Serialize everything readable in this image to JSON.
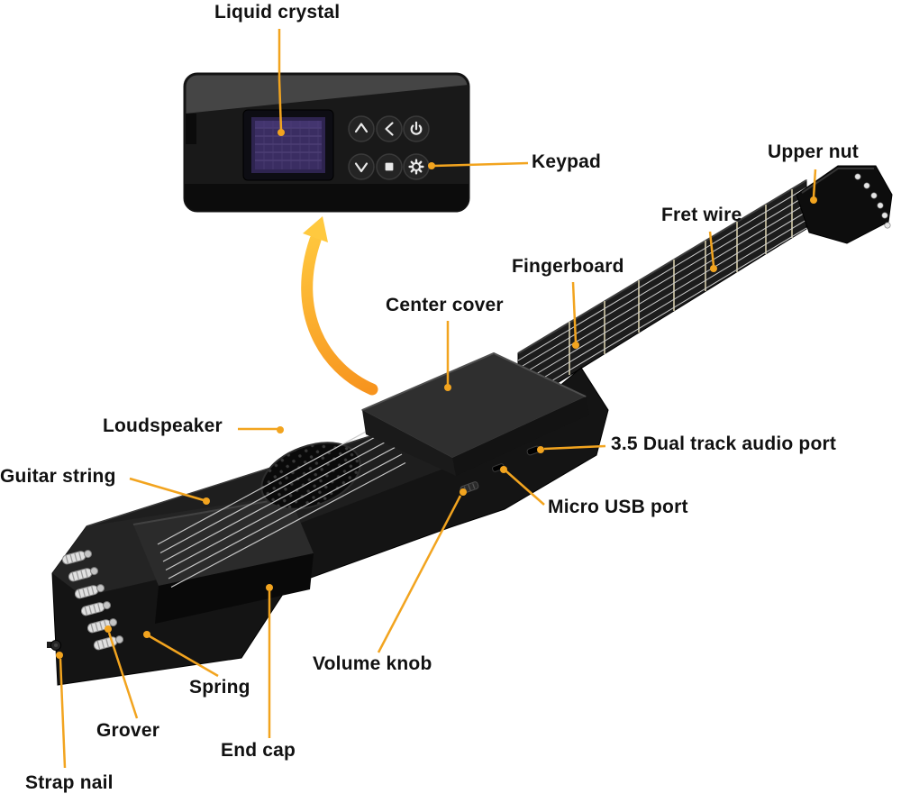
{
  "colors": {
    "accent_callout": "#F2A41F",
    "arrow_gradient_start": "#F7941E",
    "arrow_gradient_end": "#FFC93F",
    "label_text": "#111111",
    "background": "#FFFFFF",
    "guitar_body": "#141414",
    "lcd_screen": "#3B2E63"
  },
  "labels": {
    "liquid_crystal": "Liquid crystal",
    "keypad": "Keypad",
    "upper_nut": "Upper nut",
    "fret_wire": "Fret wire",
    "fingerboard": "Fingerboard",
    "center_cover": "Center cover",
    "loudspeaker": "Loudspeaker",
    "guitar_string": "Guitar string",
    "audio_port": "3.5 Dual track audio port",
    "micro_usb_port": "Micro USB port",
    "volume_knob": "Volume knob",
    "spring": "Spring",
    "grover": "Grover",
    "end_cap": "End cap",
    "strap_nail": "Strap nail"
  },
  "inset": {
    "keypad_icons": [
      "chevron-up",
      "chevron-left",
      "power",
      "chevron-down",
      "stop",
      "gear"
    ],
    "screen": "lcd-display"
  }
}
